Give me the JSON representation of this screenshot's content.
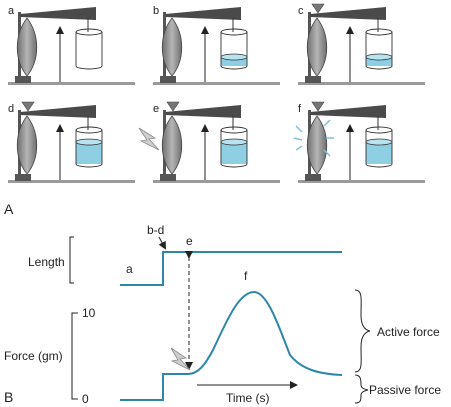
{
  "figure": {
    "part_labels": [
      "A",
      "B"
    ],
    "panels": [
      {
        "letter": "a",
        "fill": "none",
        "stim": false,
        "tied": false
      },
      {
        "letter": "b",
        "fill": "low",
        "stim": false,
        "tied": false
      },
      {
        "letter": "c",
        "fill": "low",
        "stim": false,
        "tied": true
      },
      {
        "letter": "d",
        "fill": "high",
        "stim": false,
        "tied": true
      },
      {
        "letter": "e",
        "fill": "high",
        "stim": true,
        "tied": true
      },
      {
        "letter": "f",
        "fill": "high",
        "stim": false,
        "tied": true,
        "contracting": true
      }
    ],
    "graph": {
      "length_label": "Length",
      "force_label": "Force (gm)",
      "y_ticks": [
        "10",
        "0"
      ],
      "trace_labels": {
        "a": "a",
        "bd": "b-d",
        "e": "e",
        "f": "f"
      },
      "time_label": "Time (s)",
      "active_force_label": "Active force",
      "passive_force_label": "Passive force"
    },
    "colors": {
      "trace": "#2e86ab",
      "water": "#8ecfe3",
      "muscle": "#8c8c8c",
      "lever": "#4a4a4a",
      "ground": "#9a9a9a",
      "stim_lines": "#7fc1e0"
    }
  }
}
